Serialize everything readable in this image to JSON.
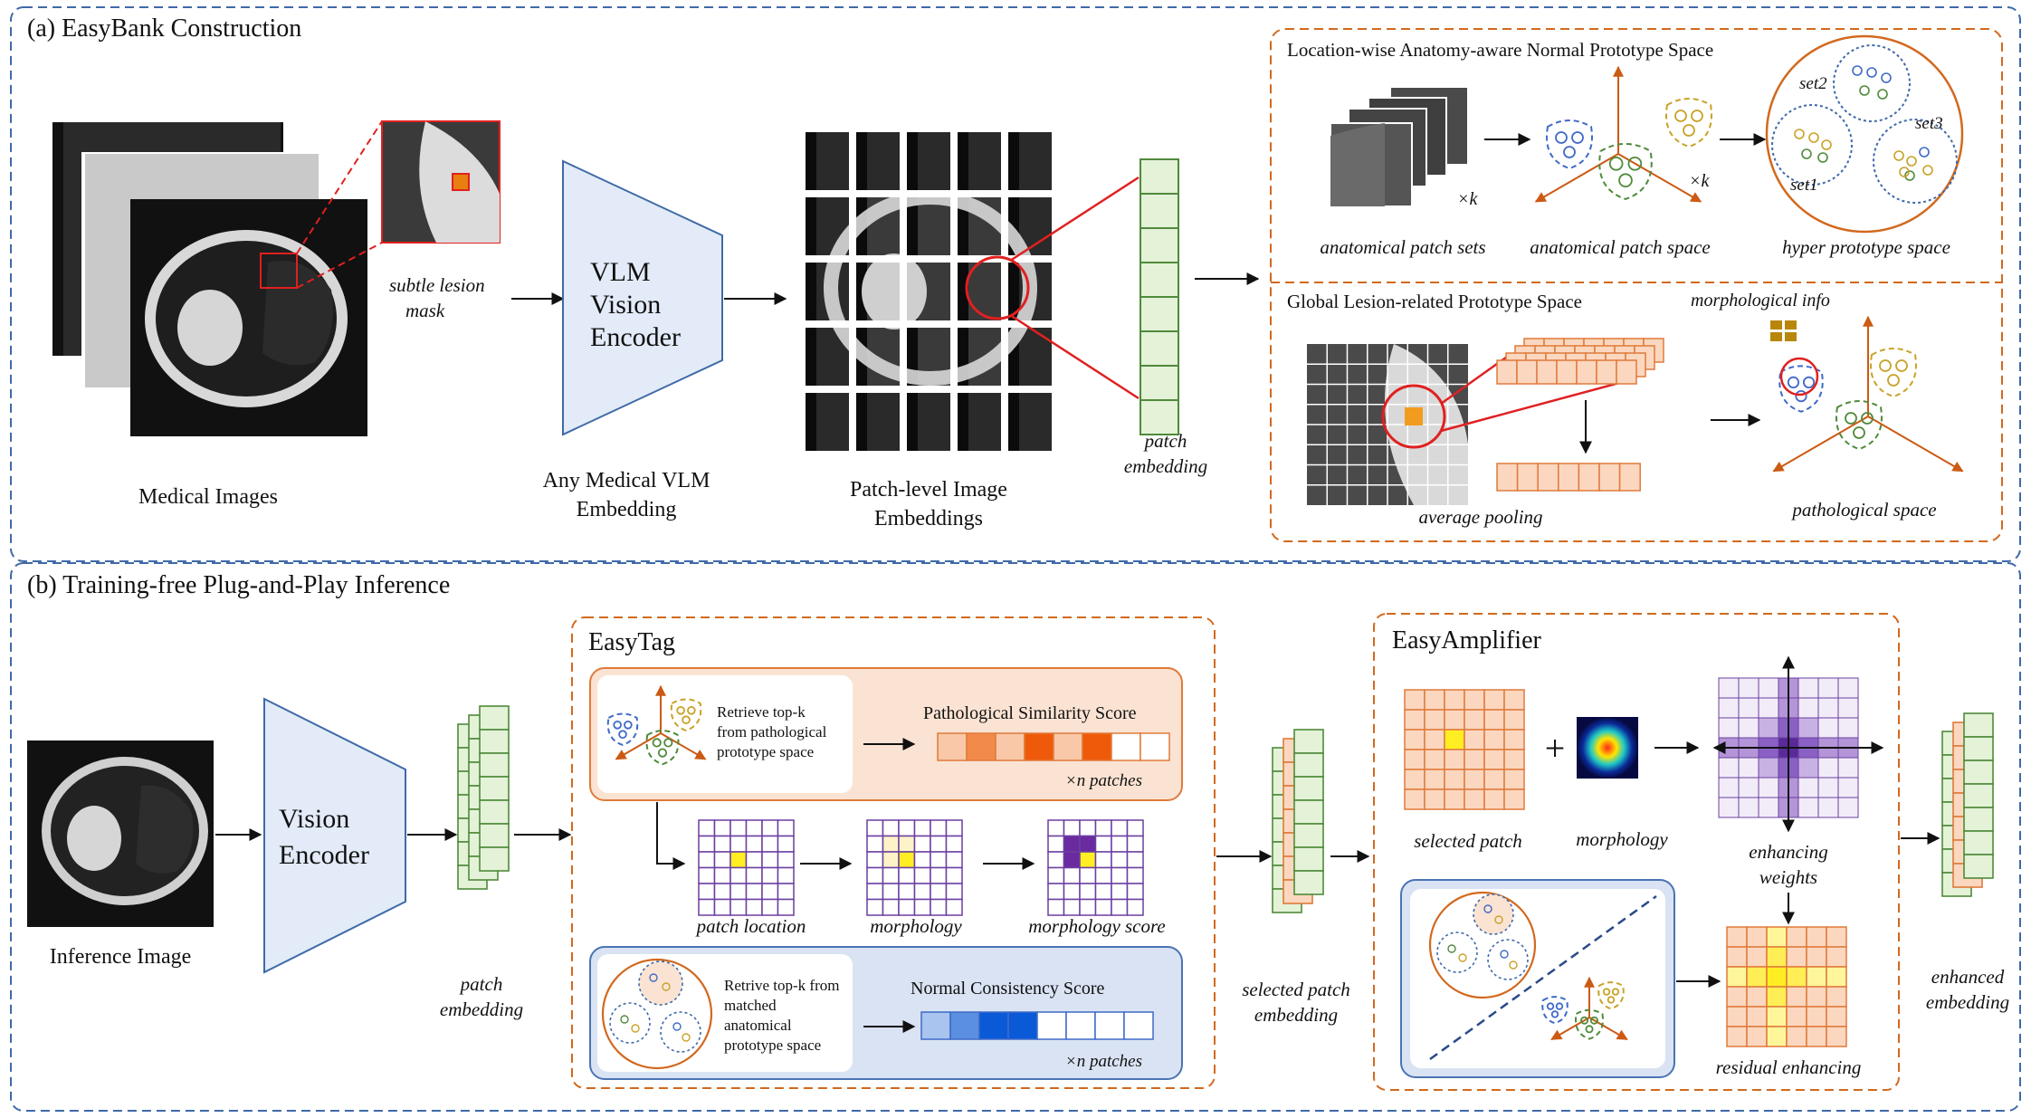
{
  "panel_a": {
    "title": "(a) EasyBank Construction",
    "medical_images": "Medical Images",
    "subtle_lesion": "subtle lesion",
    "mask": "mask",
    "vlm_encoder": [
      "VLM",
      "Vision",
      "Encoder"
    ],
    "any_vlm": [
      "Any Medical VLM",
      "Embedding"
    ],
    "patch_level": [
      "Patch-level Image",
      "Embeddings"
    ],
    "patch_embedding": [
      "patch",
      "embedding"
    ],
    "normal_space": {
      "title": "Location-wise Anatomy-aware Normal Prototype Space",
      "xk1": "×k",
      "xk2": "×k",
      "anatomical_sets": "anatomical patch sets",
      "anatomical_space": "anatomical patch space",
      "hyper_space": "hyper prototype space",
      "set1": "set1",
      "set2": "set2",
      "set3": "set3"
    },
    "lesion_space": {
      "title": "Global Lesion-related Prototype Space",
      "morph_info": "morphological info",
      "average_pooling": "average pooling",
      "pathological_space": "pathological space"
    }
  },
  "panel_b": {
    "title": "(b) Training-free Plug-and-Play Inference",
    "inference_image": "Inference Image",
    "vision_encoder": [
      "Vision",
      "Encoder"
    ],
    "patch_embedding": [
      "patch",
      "embedding"
    ],
    "easytag": {
      "title": "EasyTag",
      "retrieve_path": [
        "Retrieve top-k",
        "from pathological",
        "prototype space"
      ],
      "path_score": "Pathological Similarity Score",
      "xn1": "×n patches",
      "patch_location": "patch location",
      "morphology": "morphology",
      "morphology_score": "morphology score",
      "retrieve_norm": [
        "Retrive top-k from",
        "matched",
        "anatomical",
        "prototype space"
      ],
      "norm_score": "Normal Consistency Score",
      "xn2": "×n patches"
    },
    "selected_embedding": [
      "selected patch",
      "embedding"
    ],
    "easyamp": {
      "title": "EasyAmplifier",
      "plus": "+",
      "selected_patch": "selected patch",
      "morphology": "morphology",
      "enhancing": [
        "enhancing",
        "weights"
      ],
      "residual": "residual enhancing"
    },
    "enhanced_embedding": [
      "enhanced",
      "embedding"
    ]
  },
  "colors": {
    "blue_dash": "#3f6aa8",
    "orange": "#d2691e",
    "green": "#4f8a3a",
    "purple": "#6a3fa0",
    "red": "#e02020",
    "yellow": "#ffee22"
  }
}
